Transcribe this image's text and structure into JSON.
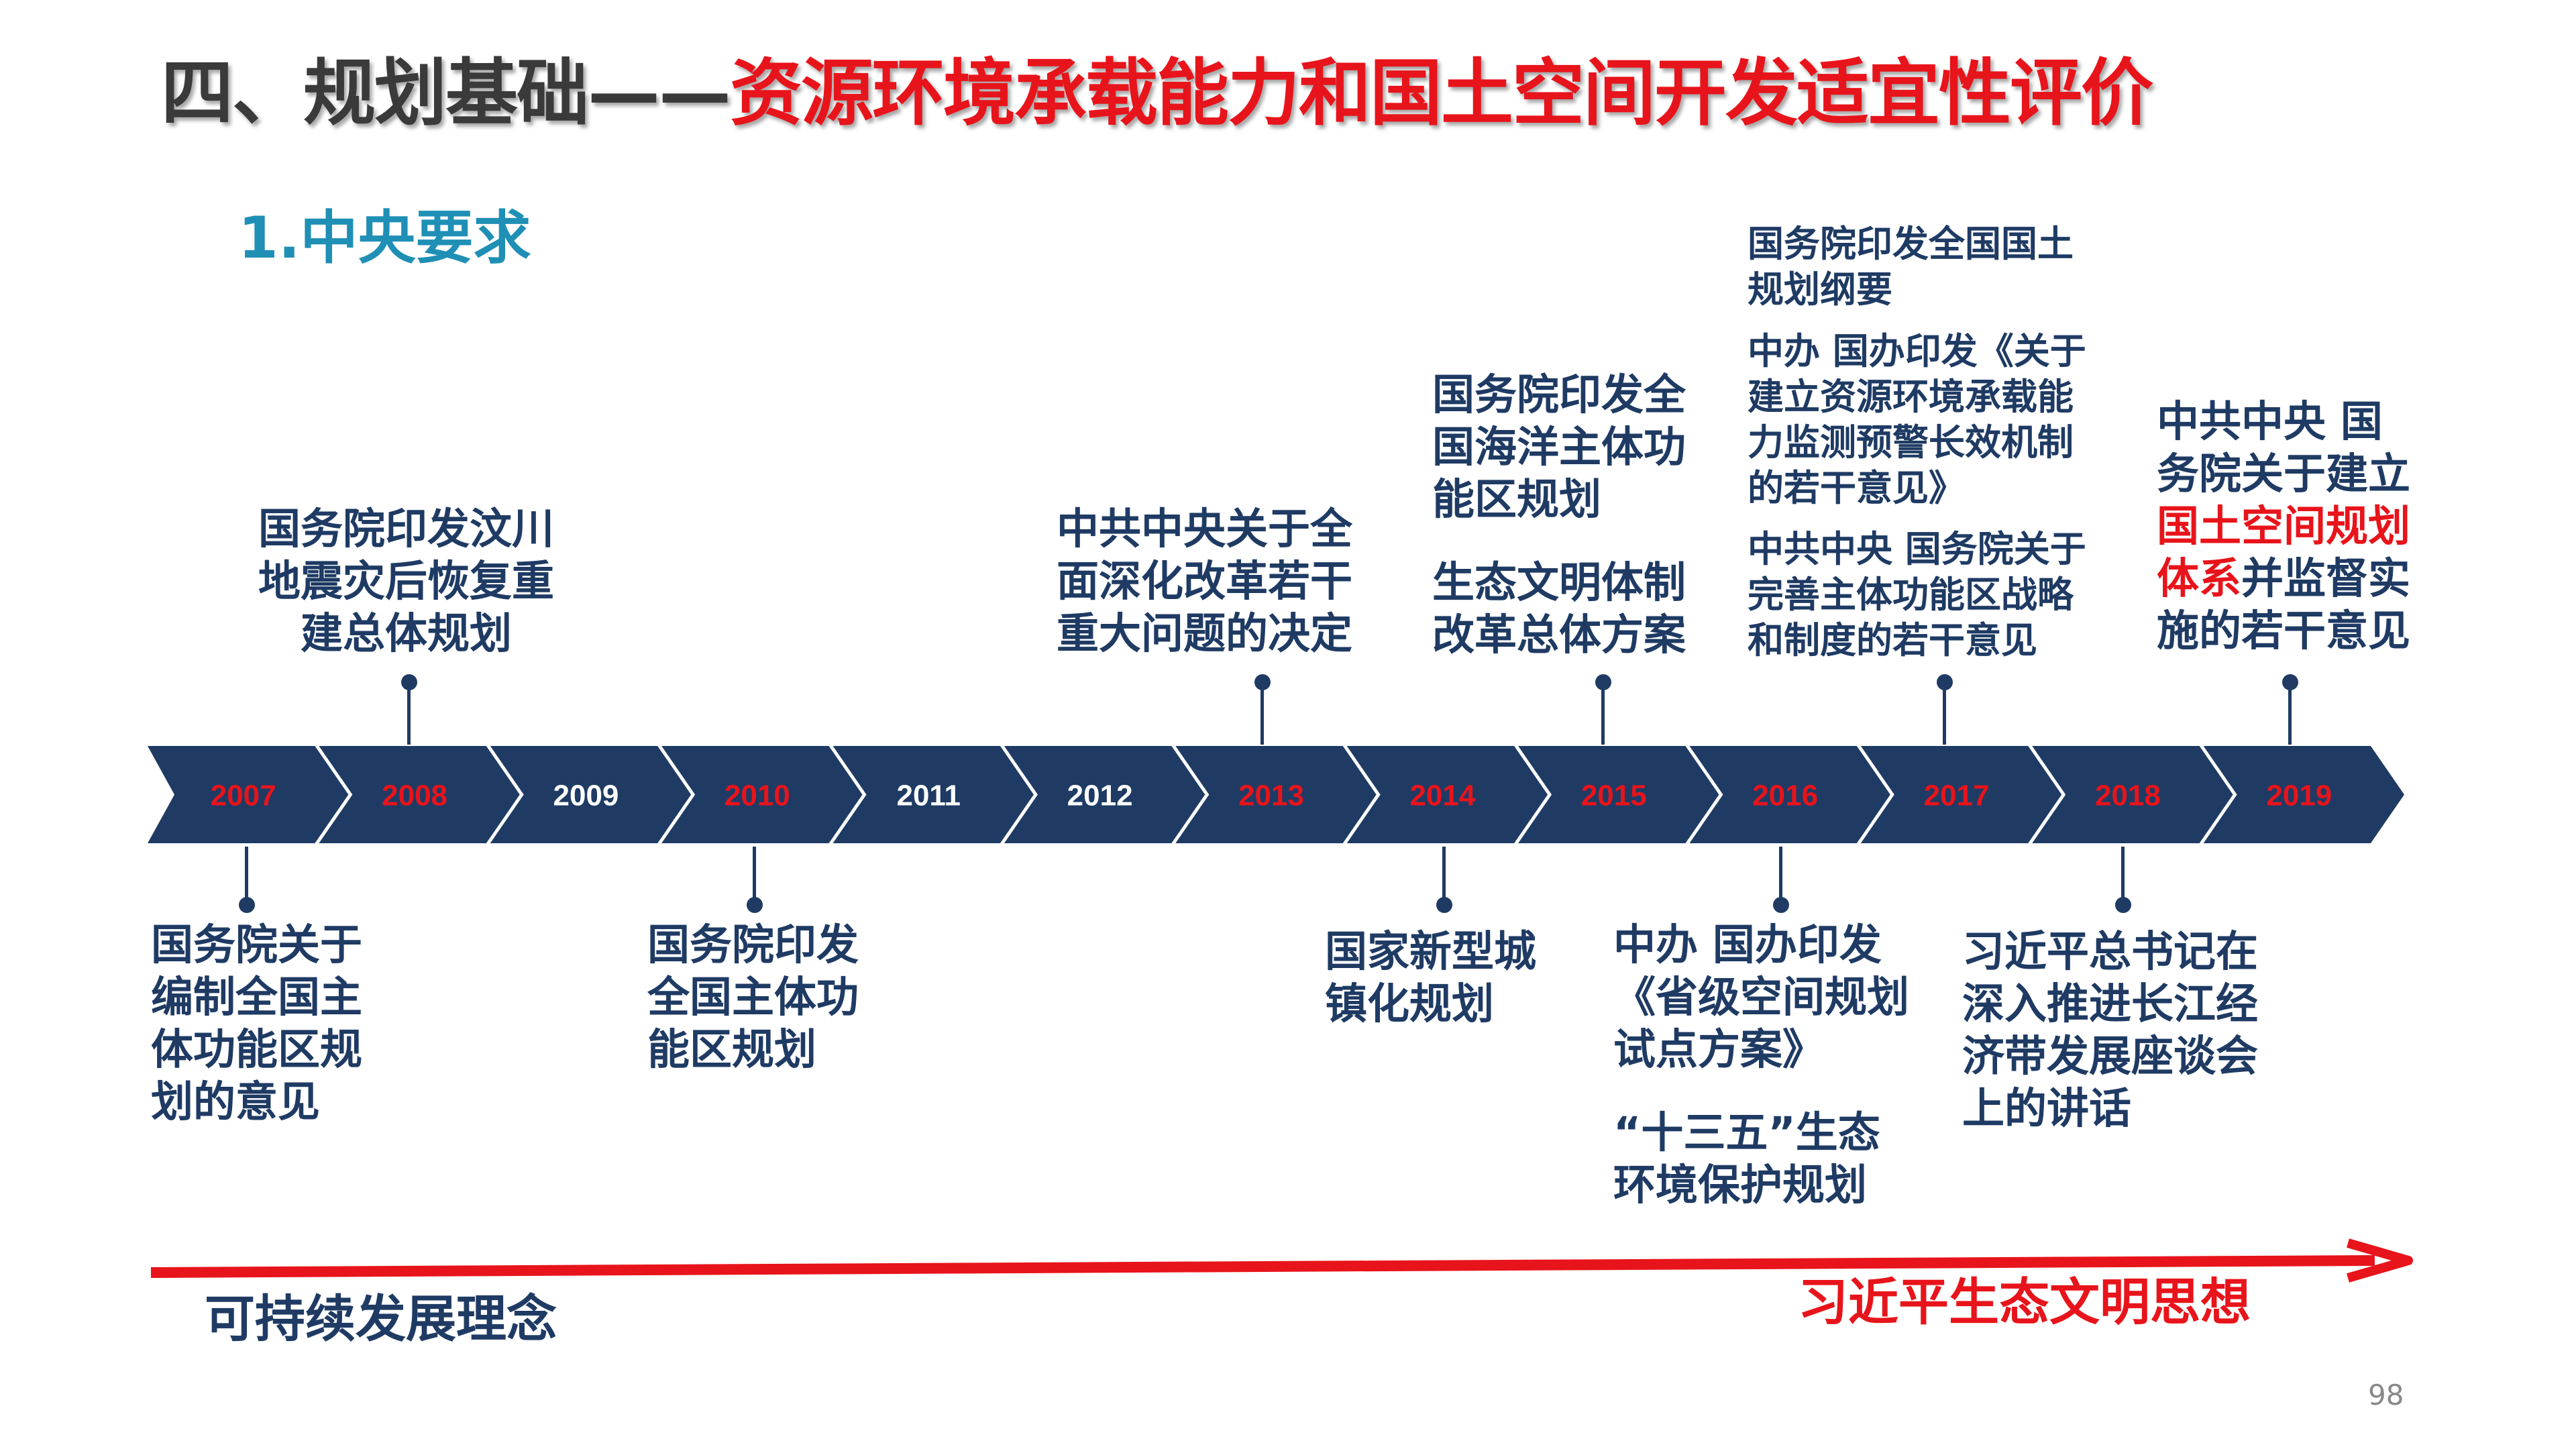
{
  "title": {
    "prefix": "四、规划基础——",
    "highlight": "资源环境承载能力和国土空间开发适宜性评价"
  },
  "subtitle": "1.中央要求",
  "timeline": {
    "years": [
      {
        "label": "2007",
        "highlight": true
      },
      {
        "label": "2008",
        "highlight": true
      },
      {
        "label": "2009",
        "highlight": false
      },
      {
        "label": "2010",
        "highlight": true
      },
      {
        "label": "2011",
        "highlight": false
      },
      {
        "label": "2012",
        "highlight": false
      },
      {
        "label": "2013",
        "highlight": true
      },
      {
        "label": "2014",
        "highlight": true
      },
      {
        "label": "2015",
        "highlight": true
      },
      {
        "label": "2016",
        "highlight": true
      },
      {
        "label": "2017",
        "highlight": true
      },
      {
        "label": "2018",
        "highlight": true
      },
      {
        "label": "2019",
        "highlight": true
      }
    ]
  },
  "events_top": {
    "e2008": "国务院印发汶川\n地震灾后恢复重\n建总体规划",
    "e2013": "中共中央关于全\n面深化改革若干\n重大问题的决定",
    "e2015a": "国务院印发全\n国海洋主体功\n能区规划",
    "e2015b": "生态文明体制\n改革总体方案",
    "e2017a": "国务院印发全国国土\n规划纲要",
    "e2017b": "中办 国办印发《关于\n建立资源环境承载能\n力监测预警长效机制\n的若干意见》",
    "e2017c": "中共中央 国务院关于\n完善主体功能区战略\n和制度的若干意见",
    "e2019_a": "中共中央 国\n务院关于建立\n",
    "e2019_b": "国土空间规划\n体系",
    "e2019_c": "并监督实\n施的若干意见"
  },
  "events_bottom": {
    "e2007": "国务院关于\n编制全国主\n体功能区规\n划的意见",
    "e2010": "国务院印发\n全国主体功\n能区规划",
    "e2014": "国家新型城\n镇化规划",
    "e2016a": "中办 国办印发\n《省级空间规划\n试点方案》",
    "e2016b": "“十三五”生态\n环境保护规划",
    "e2018": "习近平总书记在\n深入推进长江经\n济带发展座谈会\n上的讲话"
  },
  "arrow": {
    "left_label": "可持续发展理念",
    "right_label": "习近平生态文明思想"
  },
  "page_number": "98",
  "colors": {
    "navy": "#1f3b64",
    "red": "#e8141b",
    "teal": "#1f8fb5"
  }
}
